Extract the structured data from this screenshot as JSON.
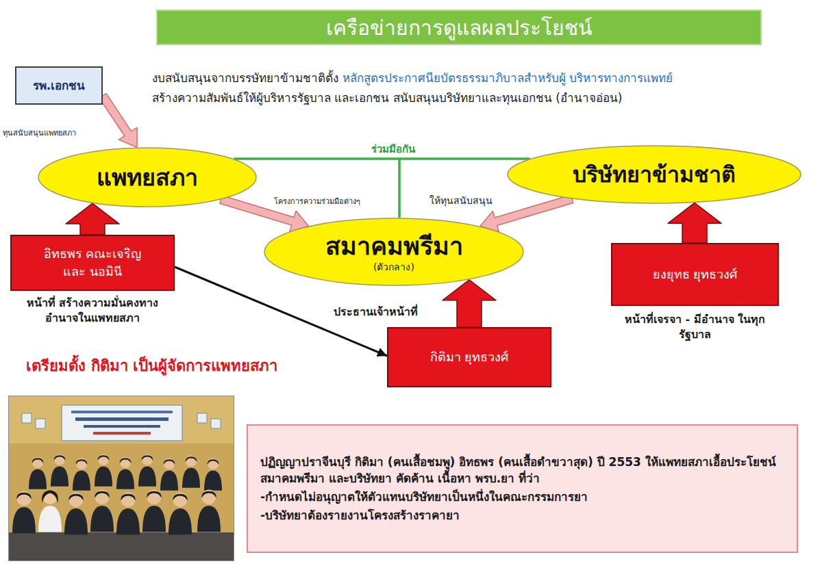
{
  "diagram": {
    "title": "เครือข่ายการดูแลผลประโยชน์",
    "nodes": [
      {
        "text": [
          "รพ.เอกชน"
        ]
      },
      {
        "text": [
          "แพทยสภา"
        ]
      },
      {
        "text": [
          "บริษัทยาข้ามชาติ"
        ]
      },
      {
        "text": [
          "อิทธพร คณะเจริญ และ นอมินี"
        ]
      },
      {
        "text": [
          "สมาคมพรีมา",
          "(ตัวกลาง)"
        ]
      },
      {
        "text": [
          "ยงยุทธ ยุทธวงศ์"
        ]
      },
      {
        "text": [
          "กิติมา ยุทธวงศ์"
        ]
      },
      {
        "text": [
          "ปฏิญญาปราจีนบุรี กิติมา (คนเสื้อชมพู) อิทธพร (คนเสื้อดำขวาสุด) ปี 2553 ให้แพทยสภาเอื้อประโยชน์ สมาคมพรีมา และบริษัทยา คัดค้าน เนื้อหา พรบ.ยา ที่ว่า",
          "-กำหนดไม่อนุญาตให้ตัวแทนบริษัทยาเป็นหนึ่งในคณะกรรมการยา",
          "-บริษัทยาต้องรายงานโครงสร้างราคายา"
        ]
      }
    ],
    "edges": [
      {
        "from": 0,
        "to": 1,
        "arrow": "to",
        "label": "ทุนสนับสนุนแพทยสภา"
      },
      {
        "from": 1,
        "to": 4,
        "arrow": "to",
        "label": "โครงการความร่วมมือต่างๆ"
      },
      {
        "from": 2,
        "to": 4,
        "arrow": "to",
        "label": "ให้ทุนสนับสนุน"
      },
      {
        "from": 1,
        "to": 2,
        "arrow": "none",
        "label": "ร่วมมือกัน"
      },
      {
        "from": 1,
        "to": 4,
        "arrow": "none"
      },
      {
        "from": 2,
        "to": 4,
        "arrow": "none"
      },
      {
        "from": 3,
        "to": 1,
        "arrow": "to"
      },
      {
        "from": 6,
        "to": 4,
        "arrow": "to",
        "label": "ประธานเจ้าหน้าที่"
      },
      {
        "from": 5,
        "to": 2,
        "arrow": "to"
      },
      {
        "from": 3,
        "to": 6,
        "arrow": "to"
      }
    ],
    "labels": [
      "งบสนับสนุนจากบรรษัทยาข้ามชาติตั้ง",
      "หลักสูตรประกาศนียบัตรธรรมาภิบาลสำหรับผู้ บริหารทางการแพทย์",
      "สร้างความสัมพันธ์ให้ผู้บริหารรัฐบาล และเอกชน สนับสนุนบริษัทยาและทุนเอกชน (อำนาจอ่อน)",
      "หน้าที่ สร้างความมั่นคงทาง อำนาจในแพทยสภา",
      "เตรียมตั้ง กิติมา เป็นผู้จัดการแพทยสภา",
      "หน้าที่เจรจา - มีอำนาจ ในทุกรัฐบาล"
    ]
  }
}
